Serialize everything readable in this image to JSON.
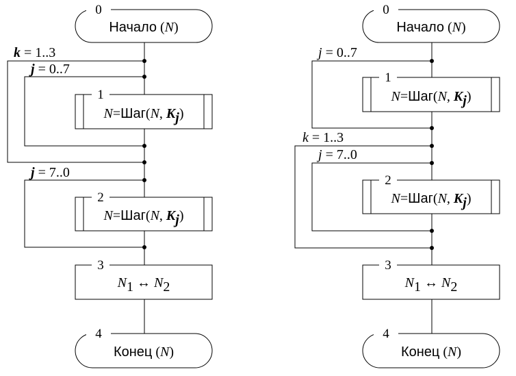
{
  "diagrams": [
    {
      "id": "left",
      "blocks": {
        "start": {
          "num": "0",
          "label": "Начало",
          "arg": "N"
        },
        "step1": {
          "num": "1",
          "lhs": "N",
          "eq": "=",
          "func": "Шаг",
          "arg1": "N",
          "arg2": "K",
          "sub": "j"
        },
        "step2": {
          "num": "2",
          "lhs": "N",
          "eq": "=",
          "func": "Шаг",
          "arg1": "N",
          "arg2": "K",
          "sub": "j"
        },
        "swap": {
          "num": "3",
          "a": "N",
          "a_sub": "1",
          "op": "↔",
          "b": "N",
          "b_sub": "2"
        },
        "end": {
          "num": "4",
          "label": "Конец",
          "arg": "N"
        }
      },
      "loops": [
        {
          "var": "k",
          "range": "= 1..3"
        },
        {
          "var": "j",
          "range": "= 0..7"
        },
        {
          "var": "j",
          "range": "= 7..0"
        }
      ]
    },
    {
      "id": "right",
      "blocks": {
        "start": {
          "num": "0",
          "label": "Начало",
          "arg": "N"
        },
        "step1": {
          "num": "1",
          "lhs": "N",
          "eq": "=",
          "func": "Шаг",
          "arg1": "N",
          "arg2": "K",
          "sub": "j"
        },
        "step2": {
          "num": "2",
          "lhs": "N",
          "eq": "=",
          "func": "Шаг",
          "arg1": "N",
          "arg2": "K",
          "sub": "j"
        },
        "swap": {
          "num": "3",
          "a": "N",
          "a_sub": "1",
          "op": "↔",
          "b": "N",
          "b_sub": "2"
        },
        "end": {
          "num": "4",
          "label": "Конец",
          "arg": "N"
        }
      },
      "loops": [
        {
          "var": "j",
          "range": "= 0..7"
        },
        {
          "var": "k",
          "range": "= 1..3"
        },
        {
          "var": "j",
          "range": "= 7..0"
        }
      ]
    }
  ]
}
